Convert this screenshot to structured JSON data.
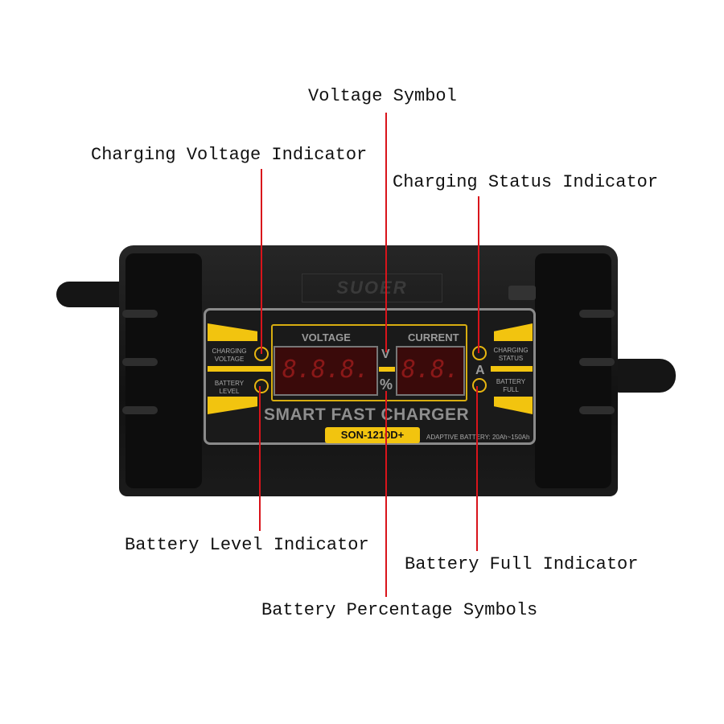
{
  "labels": {
    "voltage_symbol": "Voltage Symbol",
    "charging_voltage_indicator": "Charging Voltage Indicator",
    "charging_status_indicator": "Charging Status Indicator",
    "battery_level_indicator": "Battery Level Indicator",
    "battery_full_indicator": "Battery Full Indicator",
    "battery_percentage_symbols": "Battery Percentage Symbols"
  },
  "device": {
    "brand": "SUOER",
    "voltage_header": "VOLTAGE",
    "current_header": "CURRENT",
    "voltage_digits": "8.8.8.",
    "current_digits": "8.8.",
    "v_symbol": "V",
    "percent_symbol": "%",
    "a_symbol": "A",
    "charging_voltage": "CHARGING VOLTAGE",
    "battery_level": "BATTERY LEVEL",
    "charging_status": "CHARGING STATUS",
    "battery_full": "BATTERY FULL",
    "title": "SMART FAST CHARGER",
    "model": "SON-1210D+",
    "adaptive": "ADAPTIVE BATTERY: 20Ah~150Ah"
  },
  "colors": {
    "leader_line": "#d9141b",
    "accent_yellow": "#f2c40f"
  }
}
